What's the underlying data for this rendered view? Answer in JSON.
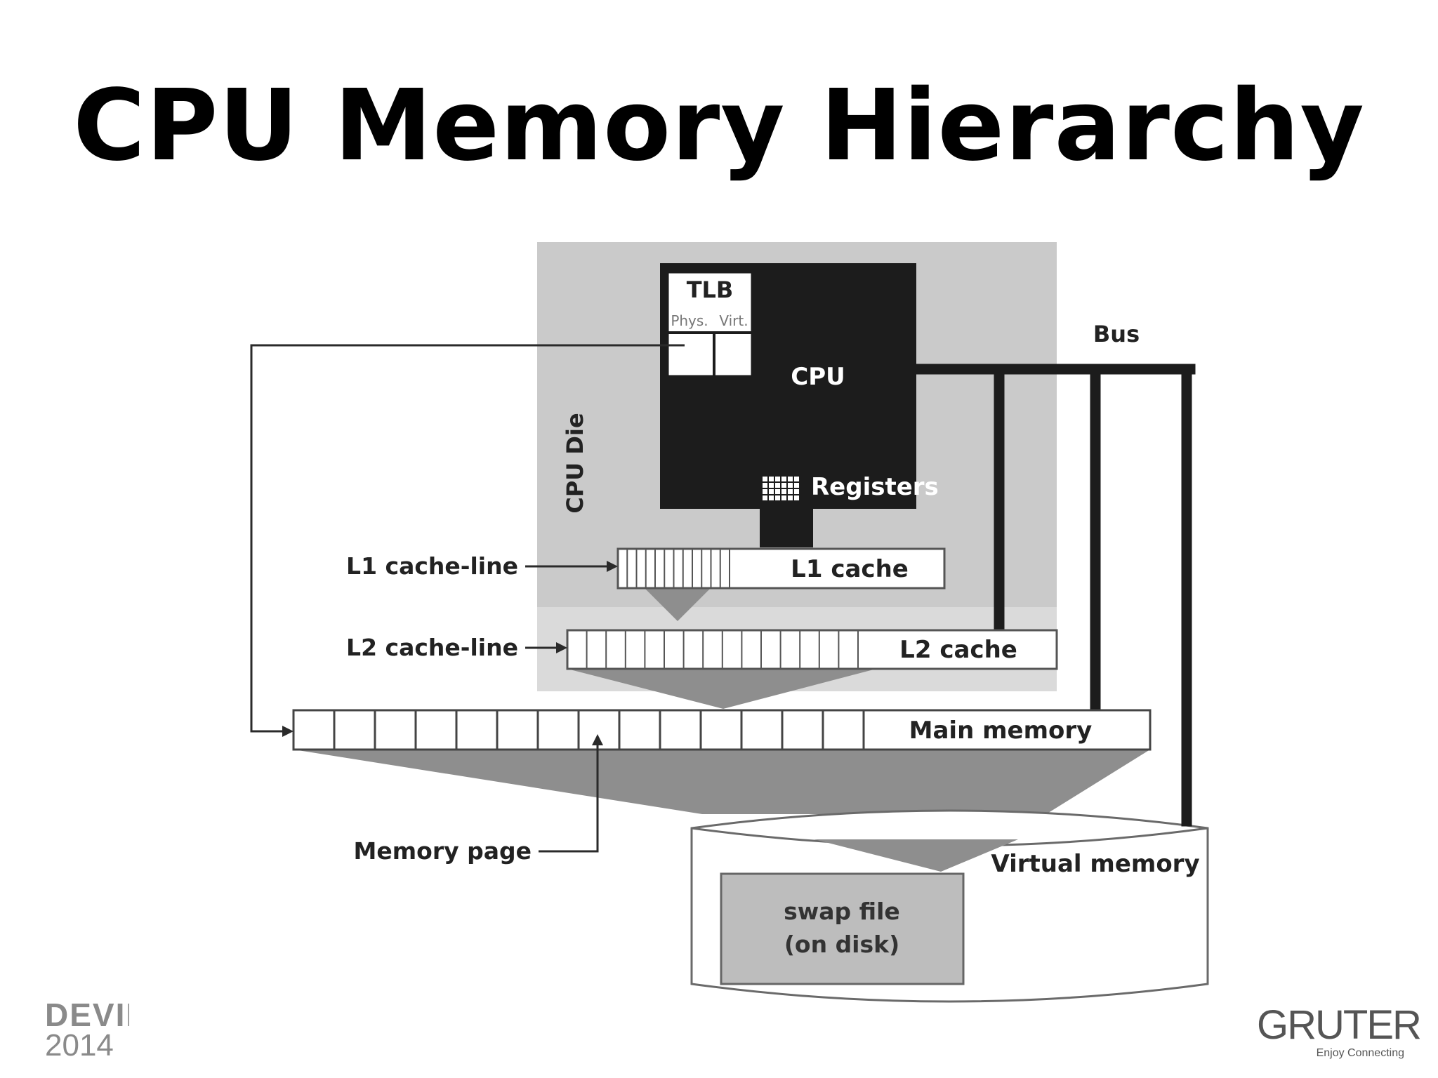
{
  "slide": {
    "title": "CPU Memory Hierarchy"
  },
  "diagram": {
    "cpu_die": "CPU Die",
    "tlb": "TLB",
    "tlb_phys": "Phys.",
    "tlb_virt": "Virt.",
    "cpu": "CPU",
    "registers": "Registers",
    "bus": "Bus",
    "l1_cache": "L1 cache",
    "l1_cache_line": "L1 cache-line",
    "l2_cache": "L2 cache",
    "l2_cache_line": "L2 cache-line",
    "main_memory": "Main memory",
    "memory_page": "Memory page",
    "virtual_memory": "Virtual memory",
    "swap_file_line1": "swap file",
    "swap_file_line2": "(on disk)"
  },
  "footer": {
    "left_logo_line1": "DEVIEW",
    "left_logo_line2": "2014",
    "right_logo": "GRUTER",
    "right_tagline": "Enjoy Connecting"
  },
  "colors": {
    "die_background": "#c9c9c9",
    "cpu_block": "#1c1c1c",
    "funnel": "#8e8e8e",
    "swap_box": "#bdbdbd"
  }
}
